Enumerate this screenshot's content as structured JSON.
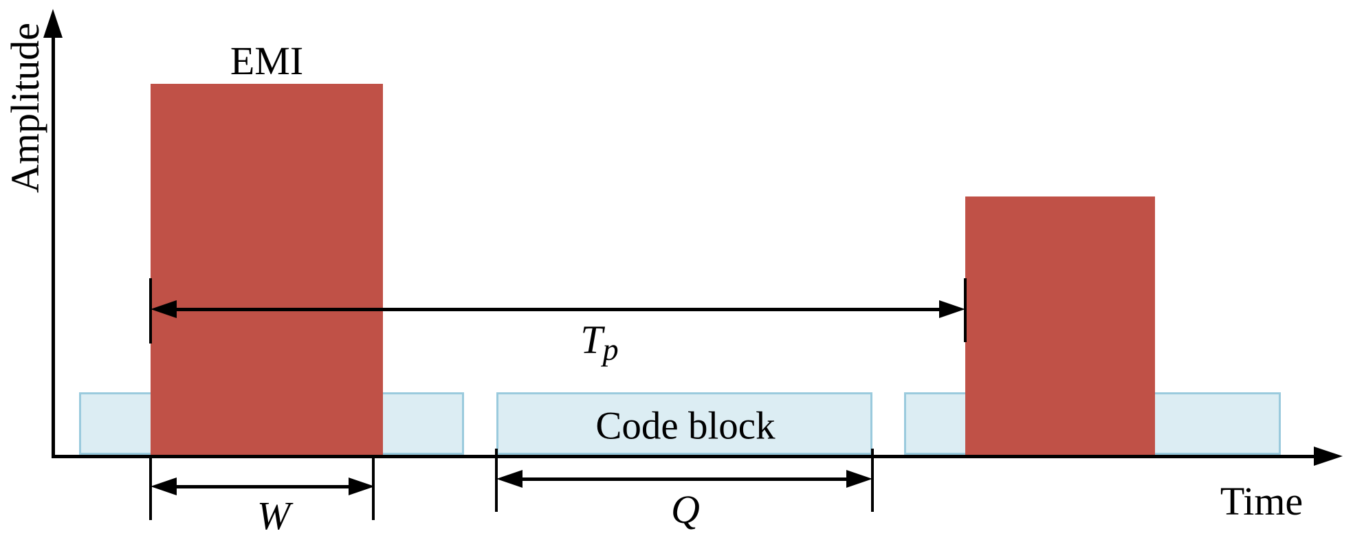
{
  "diagram": {
    "y_axis_label": "Amplitude",
    "x_axis_label": "Time",
    "emi_label": "EMI",
    "code_block_label": "Code block",
    "period_symbol_main": "T",
    "period_symbol_sub": "p",
    "pulse_width_symbol": "W",
    "code_length_symbol": "Q",
    "colors": {
      "emi_fill": "#C05147",
      "code_block_fill": "#DCEDF3",
      "code_block_border": "#9ACADD",
      "axis": "#000000"
    }
  }
}
